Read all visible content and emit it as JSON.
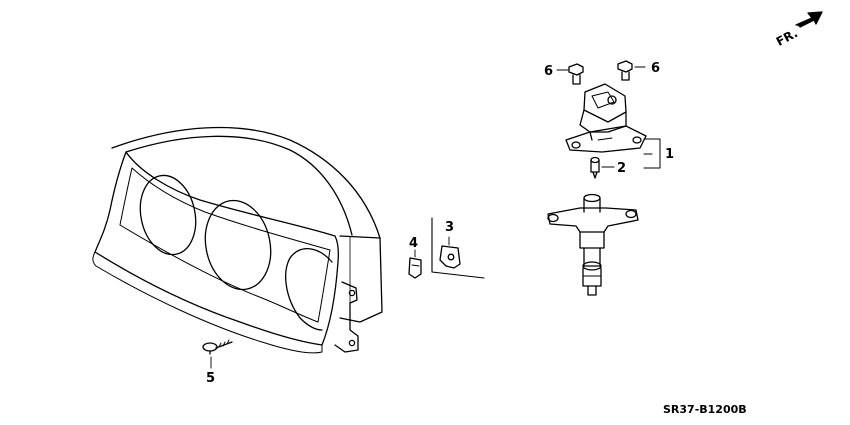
{
  "diagram": {
    "orientation": {
      "label": "FR."
    },
    "callouts": {
      "c1": "1",
      "c2": "2",
      "c3": "3",
      "c4": "4",
      "c5": "5",
      "c6a": "6",
      "c6b": "6"
    },
    "diagram_code": "SR37-B1200B"
  }
}
